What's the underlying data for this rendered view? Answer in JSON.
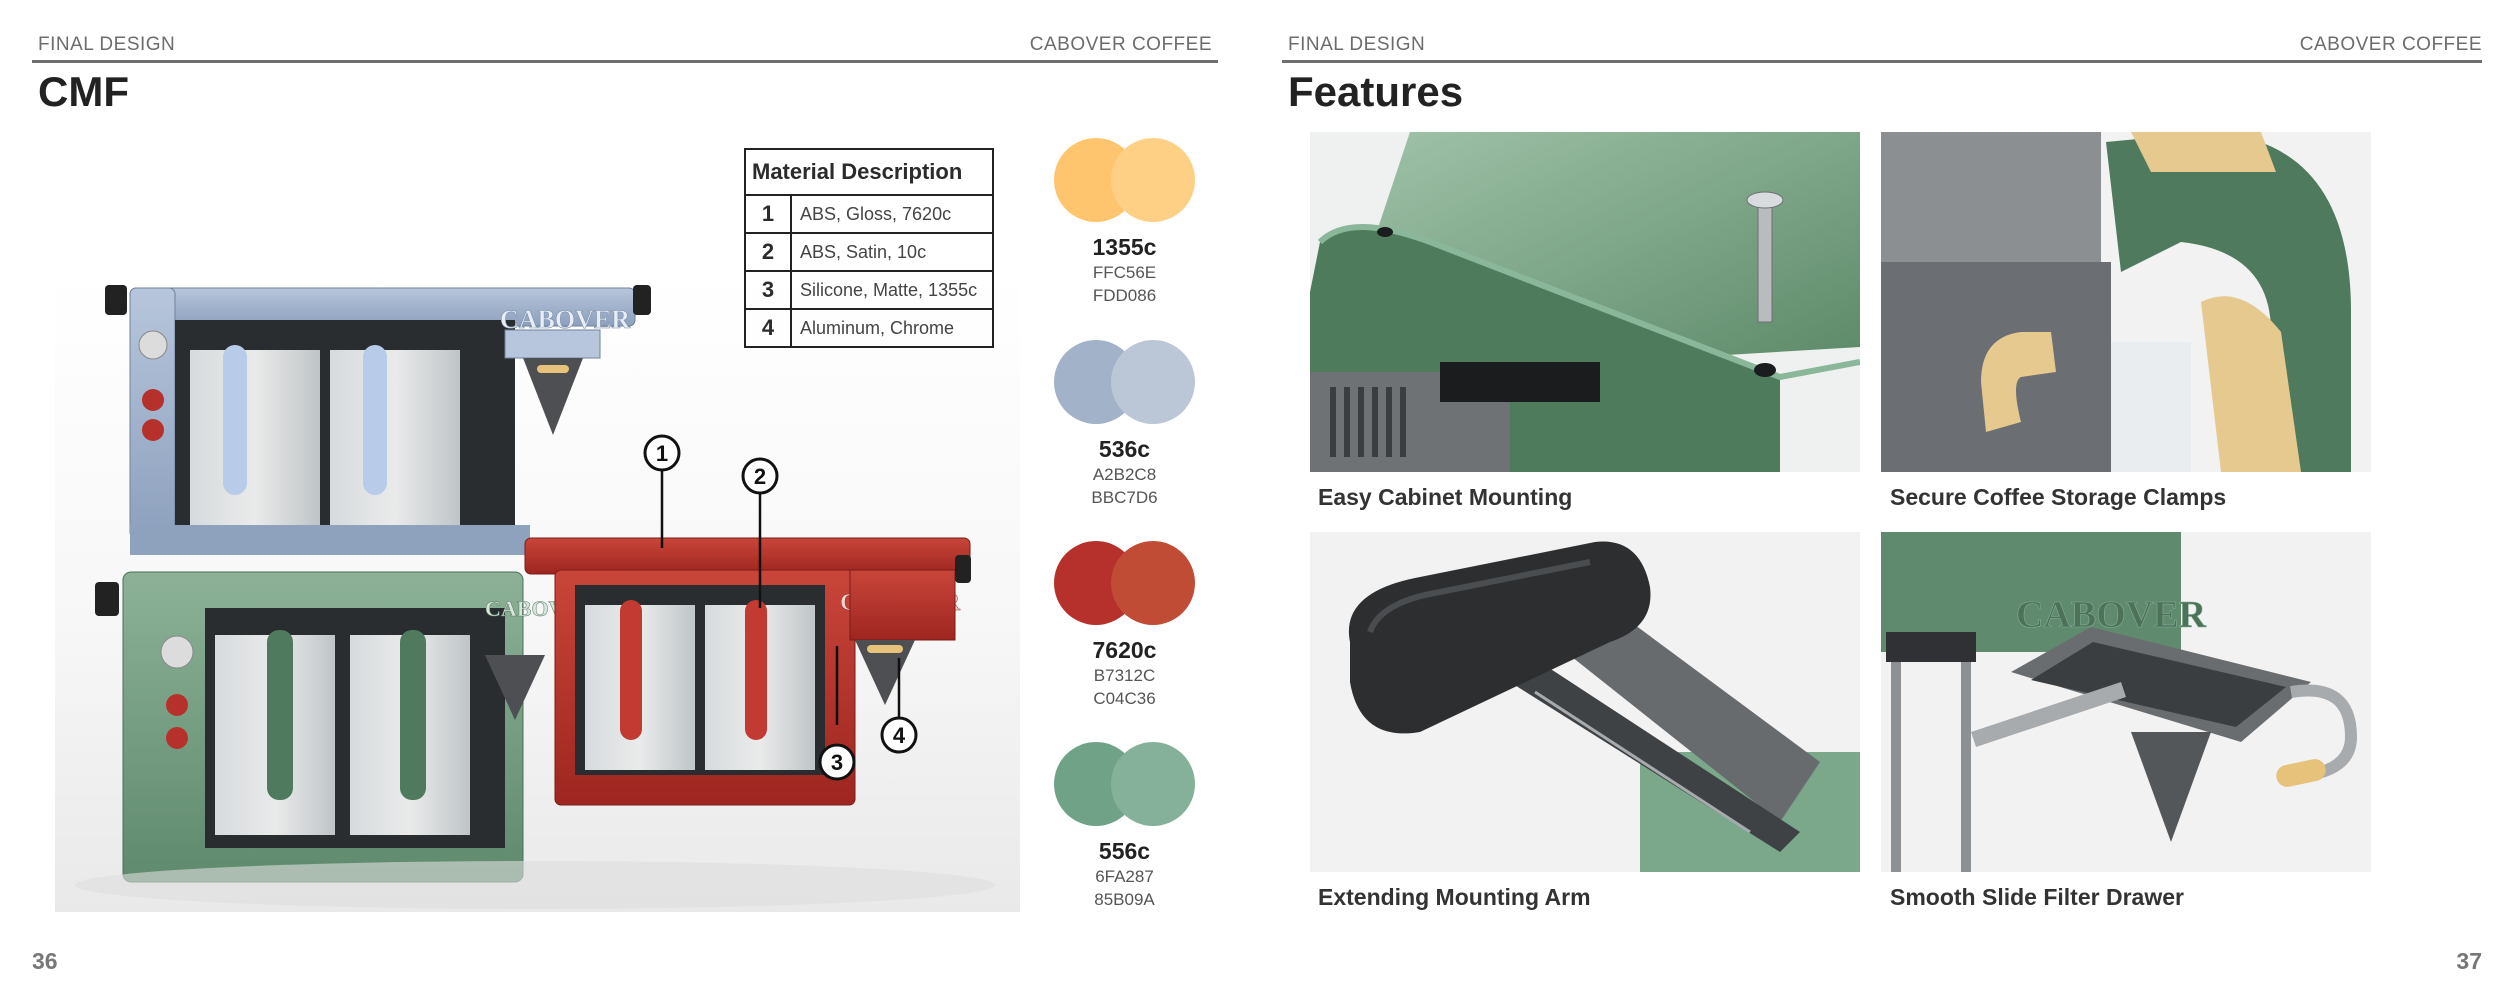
{
  "left_page": {
    "running_left": "FINAL DESIGN",
    "running_right": "CABOVER COFFEE",
    "title": "CMF",
    "page_number": "36",
    "product_brand_text": "CABOVER",
    "callouts": [
      "1",
      "2",
      "3",
      "4"
    ],
    "material_table": {
      "header": "Material Description",
      "rows": [
        {
          "num": "1",
          "desc": "ABS, Gloss, 7620c"
        },
        {
          "num": "2",
          "desc": "ABS, Satin, 10c"
        },
        {
          "num": "3",
          "desc": "Silicone, Matte, 1355c"
        },
        {
          "num": "4",
          "desc": "Aluminum, Chrome"
        }
      ]
    },
    "swatches": [
      {
        "code": "1355c",
        "hex1": "FFC56E",
        "hex2": "FDD086",
        "color1": "#FFC56E",
        "color2": "#FDD086"
      },
      {
        "code": "536c",
        "hex1": "A2B2C8",
        "hex2": "BBC7D6",
        "color1": "#A2B2C8",
        "color2": "#BBC7D6"
      },
      {
        "code": "7620c",
        "hex1": "B7312C",
        "hex2": "C04C36",
        "color1": "#B7312C",
        "color2": "#C04C36"
      },
      {
        "code": "556c",
        "hex1": "6FA287",
        "hex2": "85B09A",
        "color1": "#6FA287",
        "color2": "#85B09A"
      }
    ]
  },
  "right_page": {
    "running_left": "FINAL DESIGN",
    "running_right": "CABOVER COFFEE",
    "title": "Features",
    "page_number": "37",
    "features": [
      {
        "caption": "Easy Cabinet Mounting"
      },
      {
        "caption": "Secure Coffee Storage Clamps"
      },
      {
        "caption": "Extending Mounting Arm"
      },
      {
        "caption": "Smooth Slide Filter Drawer"
      }
    ],
    "product_brand_text": "CABOVER"
  }
}
